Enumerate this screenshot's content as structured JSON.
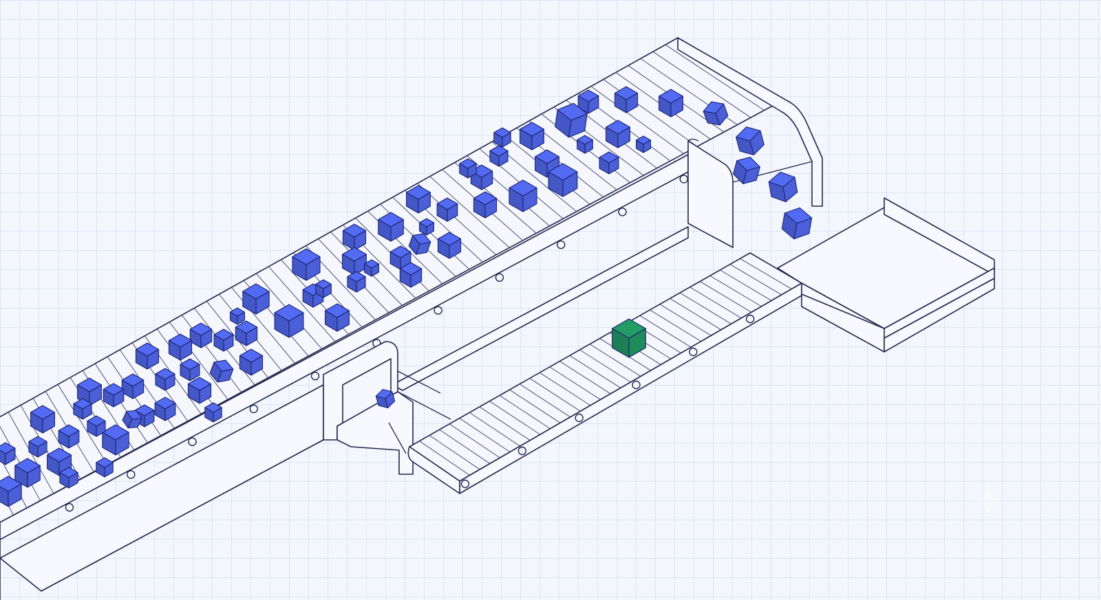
{
  "scene": {
    "colors": {
      "background": "#f3f6fc",
      "grid": "#dde4f2",
      "line": "#23264a",
      "box_blue": "#4a5fd8",
      "box_green": "#1f8a5a"
    },
    "elements": [
      {
        "name": "main-conveyor",
        "icon": "conveyor-belt-icon"
      },
      {
        "name": "chute-hood",
        "icon": "hood-icon"
      },
      {
        "name": "rejection-gate",
        "icon": "gate-icon"
      },
      {
        "name": "output-conveyor",
        "icon": "conveyor-belt-icon"
      },
      {
        "name": "collection-tray",
        "icon": "tray-icon"
      }
    ],
    "items": {
      "blue_box_count": 71,
      "green_box_count": 1
    }
  }
}
